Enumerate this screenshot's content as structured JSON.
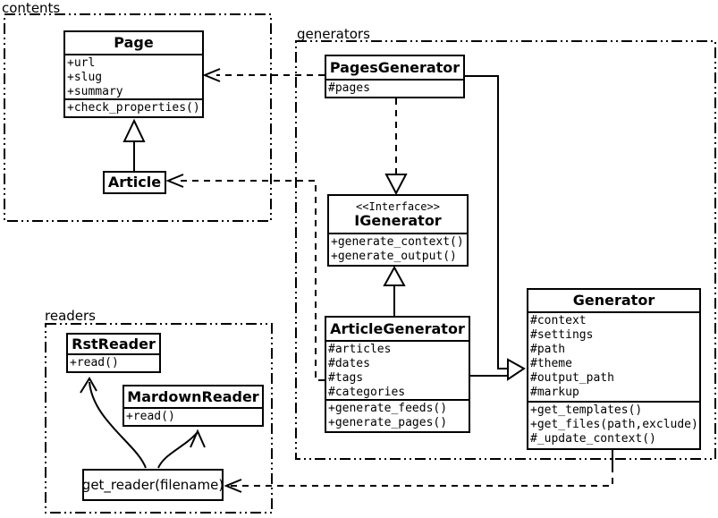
{
  "diagram": {
    "type": "uml-class-diagram",
    "colors": {
      "line": "#000000",
      "background": "#ffffff"
    }
  },
  "packages": {
    "contents": {
      "label": "contents"
    },
    "generators": {
      "label": "generators"
    },
    "readers": {
      "label": "readers"
    }
  },
  "classes": {
    "page": {
      "name": "Page",
      "attributes": [
        "+url",
        "+slug",
        "+summary"
      ],
      "methods": [
        "+check_properties()"
      ]
    },
    "article": {
      "name": "Article"
    },
    "pages_generator": {
      "name": "PagesGenerator",
      "attributes": [
        "#pages"
      ]
    },
    "igenerator": {
      "stereotype": "<<Interface>>",
      "name": "IGenerator",
      "methods": [
        "+generate_context()",
        "+generate_output()"
      ]
    },
    "article_generator": {
      "name": "ArticleGenerator",
      "attributes": [
        "#articles",
        "#dates",
        "#tags",
        "#categories"
      ],
      "methods": [
        "+generate_feeds()",
        "+generate_pages()"
      ]
    },
    "generator": {
      "name": "Generator",
      "attributes": [
        "#context",
        "#settings",
        "#path",
        "#theme",
        "#output_path",
        "#markup"
      ],
      "methods": [
        "+get_templates()",
        "+get_files(path,exclude)",
        "#_update_context()"
      ]
    },
    "rst_reader": {
      "name": "RstReader",
      "methods": [
        "+read()"
      ]
    },
    "markdown_reader": {
      "name": "MardownReader",
      "methods": [
        "+read()"
      ]
    },
    "get_reader": {
      "label": "get_reader(filename)"
    }
  },
  "relationships": [
    {
      "from": "Article",
      "to": "Page",
      "type": "inheritance"
    },
    {
      "from": "PagesGenerator",
      "to": "Page",
      "type": "dependency"
    },
    {
      "from": "ArticleGenerator",
      "to": "Article",
      "type": "dependency"
    },
    {
      "from": "PagesGenerator",
      "to": "IGenerator",
      "type": "realization"
    },
    {
      "from": "ArticleGenerator",
      "to": "IGenerator",
      "type": "inheritance"
    },
    {
      "from": "PagesGenerator",
      "to": "Generator",
      "type": "inheritance"
    },
    {
      "from": "ArticleGenerator",
      "to": "Generator",
      "type": "inheritance"
    },
    {
      "from": "Generator",
      "to": "get_reader(filename)",
      "type": "dependency"
    },
    {
      "from": "get_reader(filename)",
      "to": "RstReader",
      "type": "arrow"
    },
    {
      "from": "get_reader(filename)",
      "to": "MardownReader",
      "type": "arrow"
    }
  ]
}
